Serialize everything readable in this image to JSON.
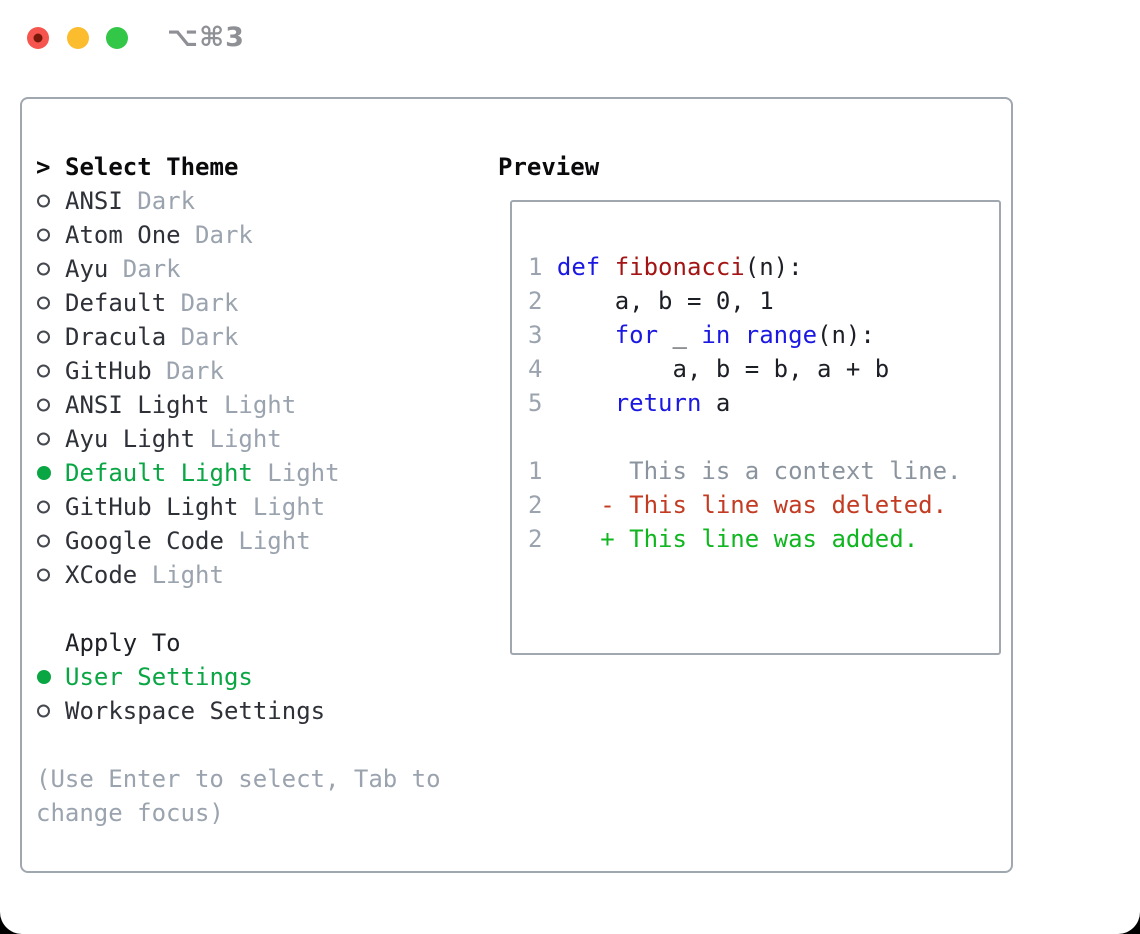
{
  "window": {
    "title": "⌥⌘3",
    "traffic_lights": [
      {
        "name": "close",
        "color": "#f5554e"
      },
      {
        "name": "minimize",
        "color": "#fbbc2e"
      },
      {
        "name": "zoom",
        "color": "#33c748"
      }
    ]
  },
  "theme_picker": {
    "prompt": ">",
    "heading": "Select Theme",
    "themes": [
      {
        "name": "ANSI",
        "variant": "Dark",
        "selected": false
      },
      {
        "name": "Atom One",
        "variant": "Dark",
        "selected": false
      },
      {
        "name": "Ayu",
        "variant": "Dark",
        "selected": false
      },
      {
        "name": "Default",
        "variant": "Dark",
        "selected": false
      },
      {
        "name": "Dracula",
        "variant": "Dark",
        "selected": false
      },
      {
        "name": "GitHub",
        "variant": "Dark",
        "selected": false
      },
      {
        "name": "ANSI Light",
        "variant": "Light",
        "selected": false
      },
      {
        "name": "Ayu Light",
        "variant": "Light",
        "selected": false
      },
      {
        "name": "Default Light",
        "variant": "Light",
        "selected": true
      },
      {
        "name": "GitHub Light",
        "variant": "Light",
        "selected": false
      },
      {
        "name": "Google Code",
        "variant": "Light",
        "selected": false
      },
      {
        "name": "XCode",
        "variant": "Light",
        "selected": false
      }
    ],
    "apply_to": {
      "heading": "Apply To",
      "options": [
        {
          "label": "User Settings",
          "selected": true
        },
        {
          "label": "Workspace Settings",
          "selected": false
        }
      ]
    },
    "hint": "(Use Enter to select, Tab to change focus)"
  },
  "preview": {
    "heading": "Preview",
    "code_lines": [
      {
        "number": "1",
        "segments": [
          {
            "text": "def ",
            "color": "keyword"
          },
          {
            "text": "fibonacci",
            "color": "function"
          },
          {
            "text": "(n):",
            "color": "plain"
          }
        ]
      },
      {
        "number": "2",
        "segments": [
          {
            "text": "    a, b = 0, 1",
            "color": "plain"
          }
        ]
      },
      {
        "number": "3",
        "segments": [
          {
            "text": "    ",
            "color": "plain"
          },
          {
            "text": "for",
            "color": "keyword"
          },
          {
            "text": " _ ",
            "color": "plain"
          },
          {
            "text": "in",
            "color": "keyword"
          },
          {
            "text": " ",
            "color": "plain"
          },
          {
            "text": "range",
            "color": "keyword"
          },
          {
            "text": "(n):",
            "color": "plain"
          }
        ]
      },
      {
        "number": "4",
        "segments": [
          {
            "text": "        a, b = b, a + b",
            "color": "plain"
          }
        ]
      },
      {
        "number": "5",
        "segments": [
          {
            "text": "    ",
            "color": "plain"
          },
          {
            "text": "return",
            "color": "keyword"
          },
          {
            "text": " a",
            "color": "plain"
          }
        ]
      }
    ],
    "diff_lines": [
      {
        "number": "1",
        "text": "     This is a context line.",
        "type": "context"
      },
      {
        "number": "2",
        "text": "   - This line was deleted.",
        "type": "deleted"
      },
      {
        "number": "2",
        "text": "   + This line was added.",
        "type": "added"
      }
    ]
  },
  "colors": {
    "border": "#a0a7af",
    "muted": "#9aa3ae",
    "selection_green": "#0aa644",
    "added_green": "#10b61f",
    "deleted_red": "#c23b22",
    "keyword_blue": "#1b18e2",
    "function_red": "#a31515"
  }
}
